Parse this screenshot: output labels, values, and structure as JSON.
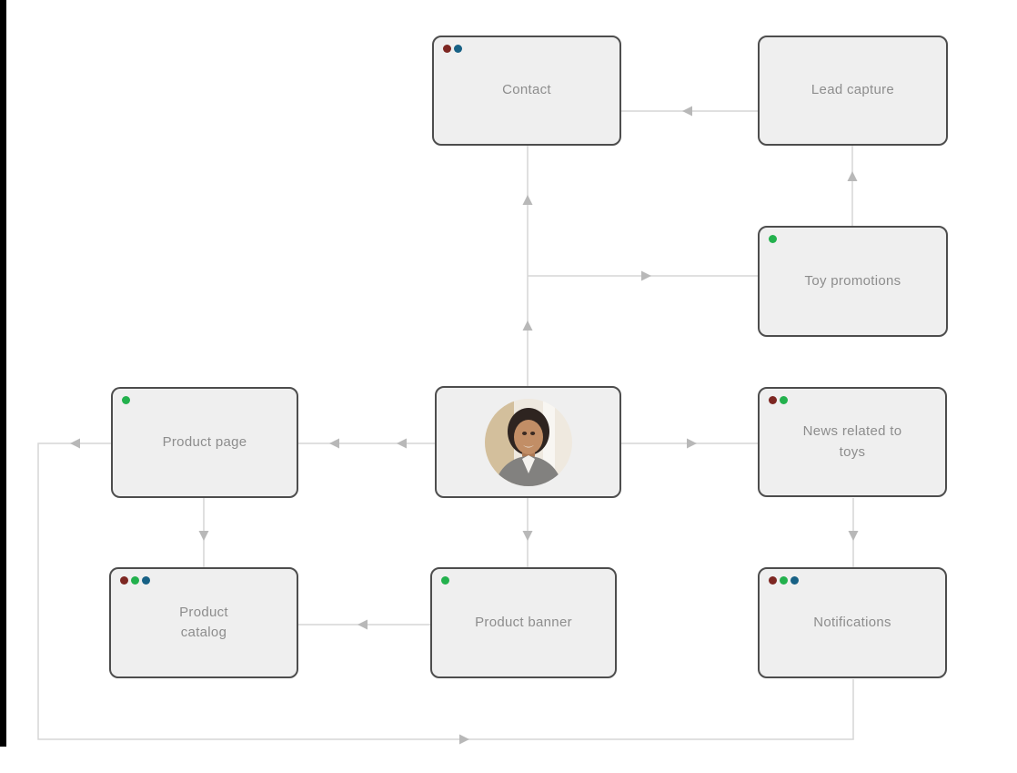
{
  "app": {
    "type": "flowchart-diagram",
    "background": "#ffffff"
  },
  "colors": {
    "node_fill": "#efefef",
    "node_border": "#4d4d4d",
    "node_text": "#8d8d8d",
    "connector": "#d6d6d6",
    "arrowhead": "#b8b8b8",
    "dot_maroon": "#7d2722",
    "dot_green": "#23b14d",
    "dot_blue": "#176185",
    "left_strip": "#000000"
  },
  "nodes": {
    "contact": {
      "label": "Contact",
      "dots": [
        "maroon",
        "blue"
      ]
    },
    "lead_capture": {
      "label": "Lead capture",
      "dots": []
    },
    "toy_promotions": {
      "label": "Toy promotions",
      "dots": [
        "green"
      ]
    },
    "product_page": {
      "label": "Product page",
      "dots": [
        "green"
      ]
    },
    "persona": {
      "label": "",
      "dots": [],
      "icon": "woman-avatar-photo"
    },
    "news": {
      "label": "News related to toys",
      "dots": [
        "maroon",
        "green"
      ]
    },
    "product_catalog": {
      "label": "Product catalog",
      "dots": [
        "maroon",
        "green",
        "blue"
      ]
    },
    "product_banner": {
      "label": "Product banner",
      "dots": [
        "green"
      ]
    },
    "notifications": {
      "label": "Notifications",
      "dots": [
        "maroon",
        "green",
        "blue"
      ]
    }
  },
  "connections": [
    {
      "from": "lead_capture",
      "to": "contact"
    },
    {
      "from": "toy_promotions",
      "to": "lead_capture"
    },
    {
      "from": "persona",
      "to": "contact"
    },
    {
      "from": "persona",
      "to": "toy_promotions"
    },
    {
      "from": "persona",
      "to": "news"
    },
    {
      "from": "persona",
      "to": "product_page"
    },
    {
      "from": "persona",
      "to": "product_banner"
    },
    {
      "from": "persona",
      "to": "notifications"
    },
    {
      "from": "product_page",
      "to": "product_catalog"
    },
    {
      "from": "product_banner",
      "to": "product_catalog"
    },
    {
      "from": "news",
      "to": "notifications"
    }
  ]
}
